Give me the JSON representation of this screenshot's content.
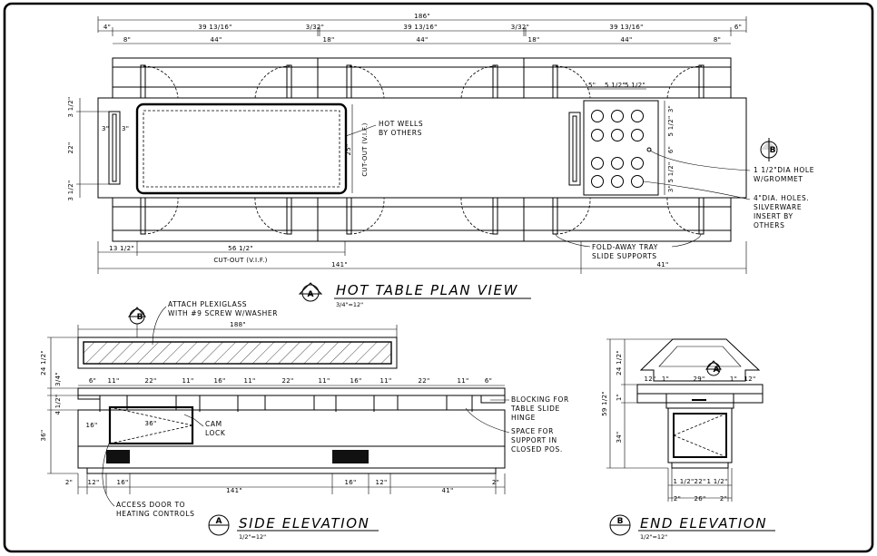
{
  "plan": {
    "overall": "186\"",
    "top_dims": [
      "4\"",
      "39 13/16\"",
      "3/32\"",
      "18\"",
      "39 13/16\"",
      "3/32\"",
      "18\"",
      "39 13/16\"",
      "6\""
    ],
    "sub_dims": [
      "8\"",
      "44\"",
      "44\"",
      "44\"",
      "8\""
    ],
    "left_dims": [
      "3 1/2\"",
      "22\"",
      "3 1/2\"",
      "3\"",
      "3\""
    ],
    "cutout_depth": "25\"",
    "cutout_label": "CUT-OUT (V.I.F.)",
    "hole_dims_top": [
      "5\"",
      "5 1/2\"",
      "5 1/2\""
    ],
    "hole_dims_side": [
      "3\"",
      "5 1/2\"",
      "6\"",
      "5 1/2\"",
      "3\""
    ],
    "bottom_dims": [
      "13 1/2\"",
      "56 1/2\"",
      "CUT-OUT (V.I.F.)",
      "141\"",
      "41\""
    ],
    "notes": {
      "hot_wells": [
        "HOT WELLS",
        "BY OTHERS"
      ],
      "grommet": [
        "1 1/2\"DIA HOLE",
        "W/GROMMET"
      ],
      "holes": [
        "4\"DIA. HOLES.",
        "SILVERWARE",
        "INSERT BY",
        "OTHERS"
      ],
      "tray": [
        "FOLD-AWAY TRAY",
        "SLIDE SUPPORTS"
      ]
    },
    "title": "HOT TABLE PLAN VIEW",
    "scale": "3/4\"=12\""
  },
  "side": {
    "overall": "188\"",
    "segments": [
      "6\"",
      "11\"",
      "22\"",
      "11\"",
      "16\"",
      "11\"",
      "22\"",
      "11\"",
      "16\"",
      "11\"",
      "22\"",
      "11\"",
      "6\""
    ],
    "left_dims": [
      "24 1/2\"",
      "3/4\"",
      "4 1/2\"",
      "36\""
    ],
    "door_dims": [
      "16\"",
      "36\""
    ],
    "bottom_dims": [
      "2\"",
      "12\"",
      "16\"",
      "141\"",
      "16\"",
      "12\"",
      "41\"",
      "2\""
    ],
    "notes": {
      "plexi": [
        "ATTACH PLEXIGLASS",
        "WITH #9 SCREW W/WASHER"
      ],
      "cam": [
        "CAM",
        "LOCK"
      ],
      "blocking": [
        "BLOCKING FOR",
        "TABLE SLIDE",
        "HINGE"
      ],
      "space": [
        "SPACE FOR",
        "SUPPORT IN",
        "CLOSED POS."
      ],
      "access": [
        "ACCESS DOOR TO",
        "HEATING CONTROLS"
      ]
    },
    "bubble": "A",
    "title": "SIDE ELEVATION",
    "scale": "1/2\"=12\""
  },
  "end": {
    "top_dims": [
      "12\"",
      "1\"",
      "29\"",
      "1\"",
      "12\""
    ],
    "left_dims": [
      "24 1/2\"",
      "59 1/2\"",
      "1\"",
      "34\""
    ],
    "bottom_dims": [
      "1 1/2\"",
      "22\"",
      "1 1/2\"",
      "2\"",
      "26\"",
      "2\""
    ],
    "bubble": "B",
    "title": "END ELEVATION",
    "scale": "1/2\"=12\""
  },
  "bubbles": {
    "a": "A",
    "b": "B"
  }
}
